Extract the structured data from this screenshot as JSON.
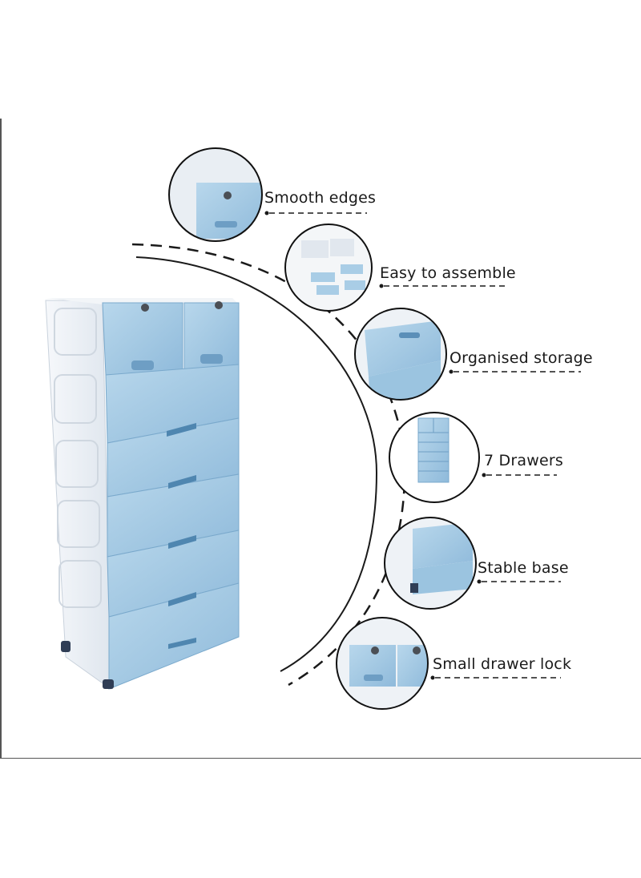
{
  "features": [
    {
      "label": "Smooth edges",
      "thumb": "drawer-corner-closeup"
    },
    {
      "label": "Easy to assemble",
      "thumb": "disassembled-parts"
    },
    {
      "label": "Organised storage",
      "thumb": "open-drawer-closeup"
    },
    {
      "label": "7 Drawers",
      "thumb": "full-cabinet-small"
    },
    {
      "label": "Stable base",
      "thumb": "base-wheels-closeup"
    },
    {
      "label": "Small drawer lock",
      "thumb": "top-lock-closeup"
    }
  ],
  "colors": {
    "drawer_blue": "#a9cde6",
    "drawer_blue_dark": "#6fa3c9",
    "frame_white": "#eef2f6",
    "line": "#1a1a1a"
  }
}
